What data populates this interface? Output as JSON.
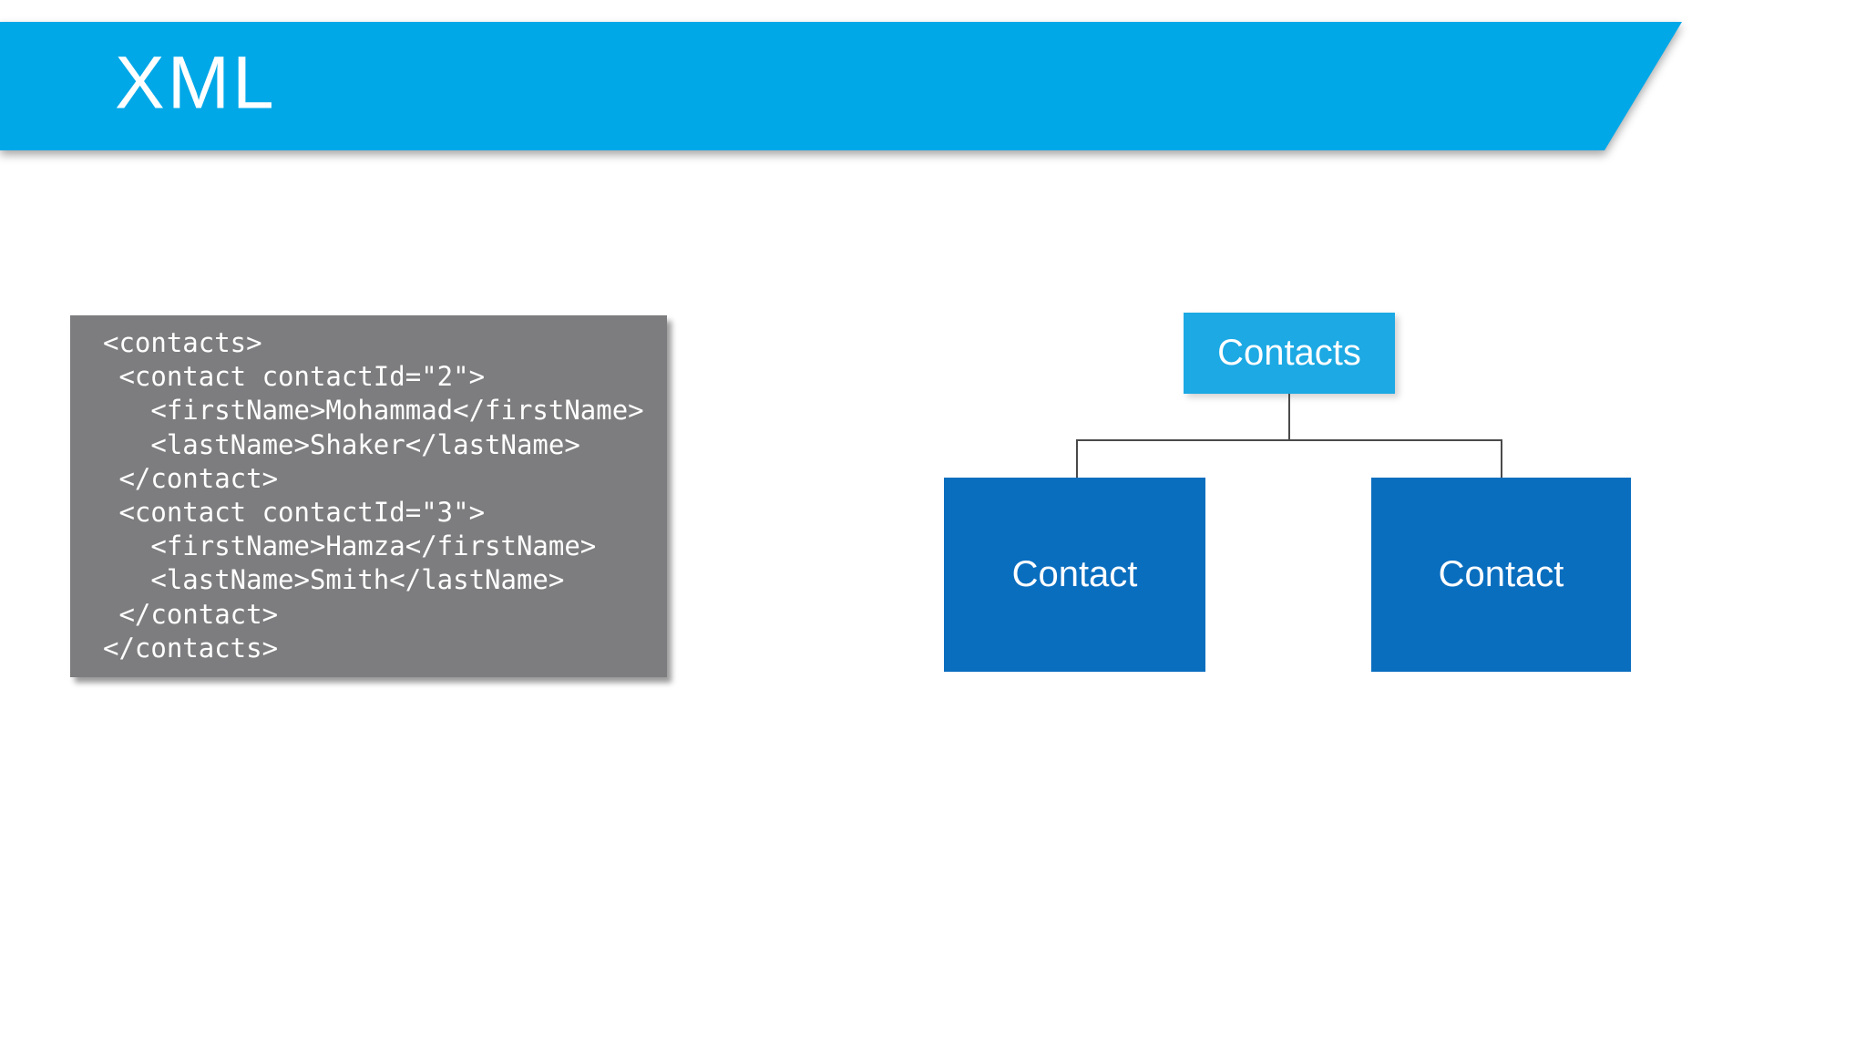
{
  "slide": {
    "title": "XML"
  },
  "colors": {
    "banner": "#00A8E8",
    "root_box": "#1CA9E4",
    "child_box": "#0A6EBF",
    "code_background": "#7D7D7F",
    "code_text": "#FFFFFF",
    "connector": "#4A4A4A",
    "text_on_blue": "#FFFFFF"
  },
  "code_block": {
    "language": "xml",
    "lines": [
      "<contacts>",
      " <contact contactId=\"2\">",
      "   <firstName>Mohammad</firstName>",
      "   <lastName>Shaker</lastName>",
      " </contact>",
      " <contact contactId=\"3\">",
      "   <firstName>Hamza</firstName>",
      "   <lastName>Smith</lastName>",
      " </contact>",
      "</contacts>"
    ]
  },
  "diagram": {
    "root": {
      "label": "Contacts"
    },
    "children": [
      {
        "label": "Contact"
      },
      {
        "label": "Contact"
      }
    ]
  }
}
